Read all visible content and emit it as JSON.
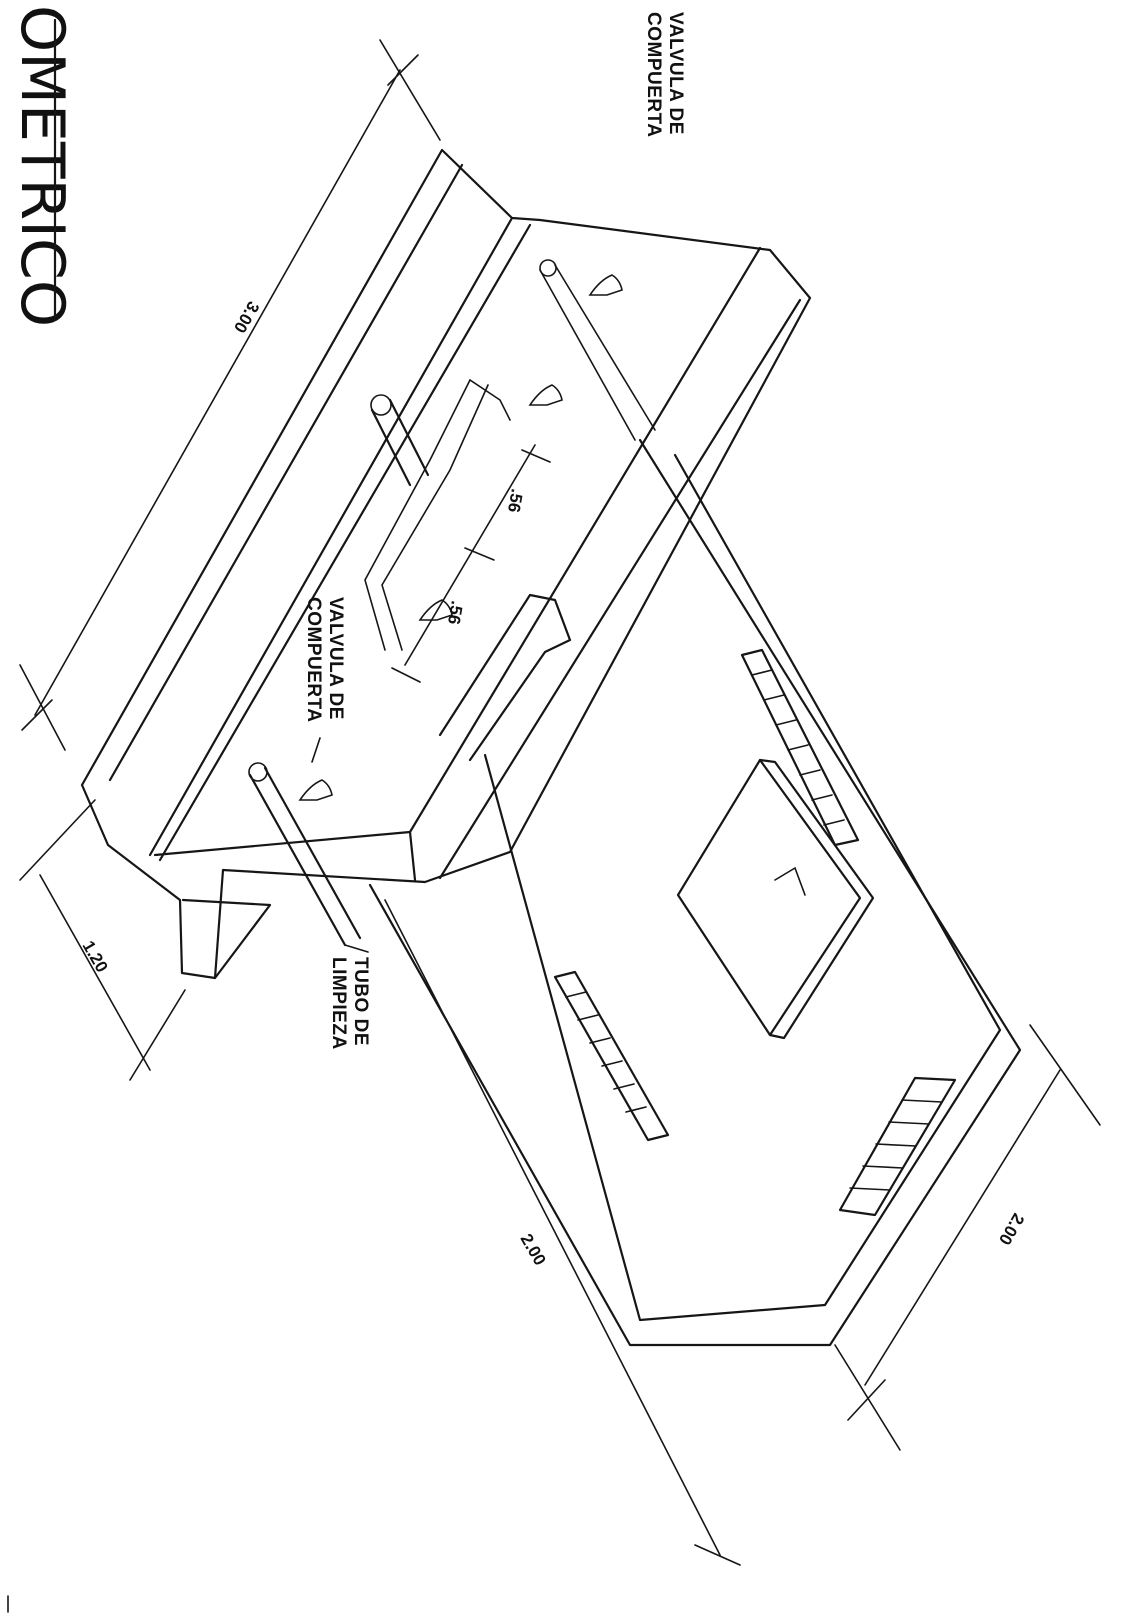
{
  "title": {
    "text": "OMETRICO"
  },
  "labels": {
    "valve_top_line1": "VALVULA DE",
    "valve_top_line2": "COMPUERTA",
    "valve_mid_line1": "VALVULA DE",
    "valve_mid_line2": "COMPUERTA",
    "pipe_line1": "TUBO DE",
    "pipe_line2": "LIMPIEZA"
  },
  "dimensions": {
    "length_top": "3.00",
    "width_left": "1.20",
    "spacing_1": ".56",
    "spacing_2": ".56",
    "length_bottom": "2.00",
    "width_bottom": "2.00"
  },
  "colors": {
    "line": "#161616",
    "background": "#ffffff"
  }
}
